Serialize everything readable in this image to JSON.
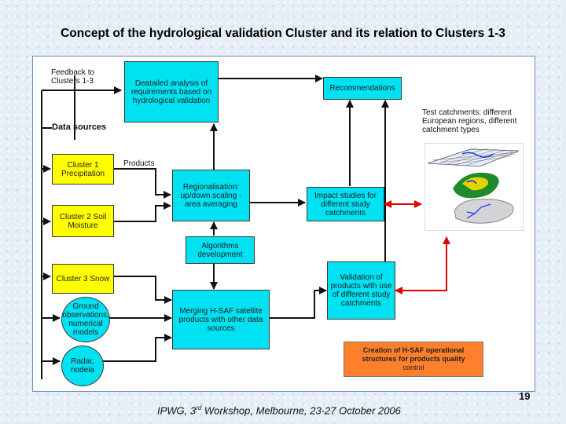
{
  "title": "Concept of the hydrological validation Cluster and its relation to Clusters 1-3",
  "labels": {
    "feedback": "Feedback to Clusters 1-3",
    "data_sources": "Data sources",
    "products": "Products",
    "test_catchments": "Test catchments: different European regions, different catchment types"
  },
  "nodes": {
    "detailed_analysis": "Deatailed analysis of requirements based on hydrological validation",
    "recommendations": "Recommendations",
    "cluster1": "Cluster 1 Precipitation",
    "cluster2": "Cluster 2 Soil Moisture",
    "cluster3": "Cluster 3 Snow",
    "ground_obs": "Ground observations, numerical models",
    "radar": "Radar, nodeia",
    "regionalisation": "Regionalisation: up/down scaling - area averaging",
    "impact_studies": "Impact studies for different study catchments",
    "algorithms": "Algorithms development",
    "validation": "Validation of products with use of different study catchments",
    "merging": "Merging H-SAF satellite products with other data sources",
    "creation": "Creation of H-SAF operational structures for products quality",
    "creation_sub": "control"
  },
  "colors": {
    "cyan": "#00e1f2",
    "yellow": "#ffff00",
    "orange": "#ff7f2a",
    "red_arrow": "#e00000"
  },
  "footer": {
    "pre": "IPWG, 3",
    "sup": "rd",
    "post": " Workshop, Melbourne, 23-27 October 2006"
  },
  "page_number": "19"
}
